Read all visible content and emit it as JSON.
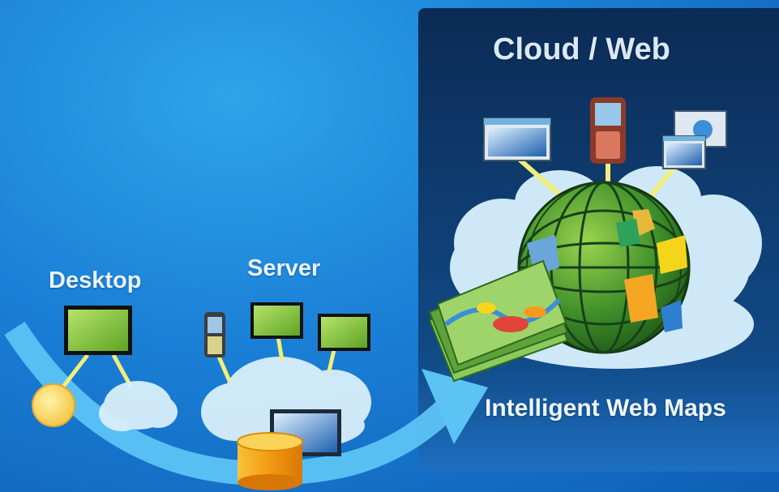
{
  "labels": {
    "desktop": "Desktop",
    "server": "Server",
    "cloud_web": "Cloud / Web",
    "intelligent_web_maps": "Intelligent Web Maps"
  },
  "colors": {
    "background": "#1a7fd6",
    "panel": "#0c2f5c",
    "arrow": "#5cc3f5",
    "connector": "#f2ef7a",
    "screen_green": "#7cc43a",
    "database": "#f2a417",
    "globe_green": "#4f9d2d"
  },
  "icons": [
    "sun-icon",
    "desktop-monitor-icon",
    "cloud-icon",
    "phone-icon",
    "server-monitor-icon",
    "database-icon",
    "browser-window-icon",
    "globe-icon",
    "map-layers-icon"
  ]
}
